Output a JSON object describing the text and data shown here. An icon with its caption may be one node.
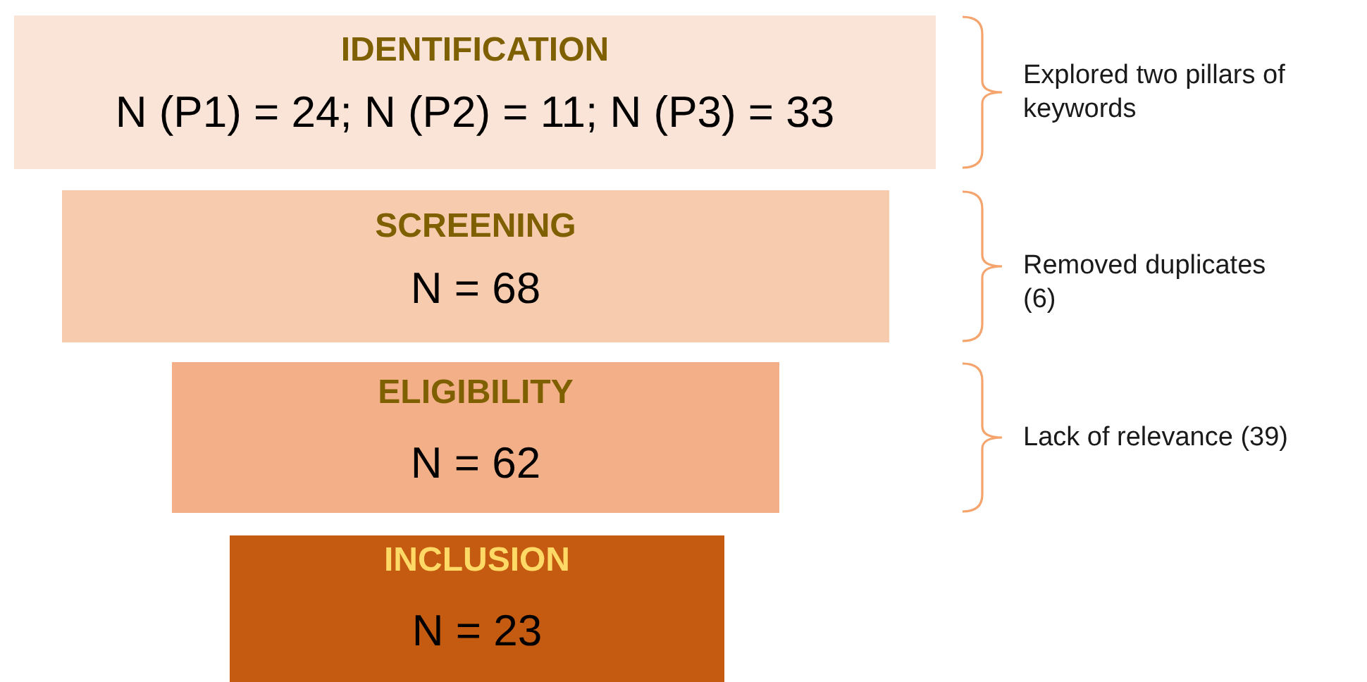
{
  "diagram": {
    "nodes": [
      {
        "text": [
          "IDENTIFICATION",
          "N (P1) = 24; N (P2) = 11; N (P3) = 33"
        ]
      },
      {
        "text": [
          "SCREENING",
          "N = 68"
        ]
      },
      {
        "text": [
          "ELIGIBILITY",
          "N = 62"
        ]
      },
      {
        "text": [
          "INCLUSION",
          "N = 23"
        ]
      }
    ],
    "labels": [
      "Explored two pillars of keywords",
      "Removed duplicates (6)",
      "Lack of relevance (39)"
    ]
  }
}
